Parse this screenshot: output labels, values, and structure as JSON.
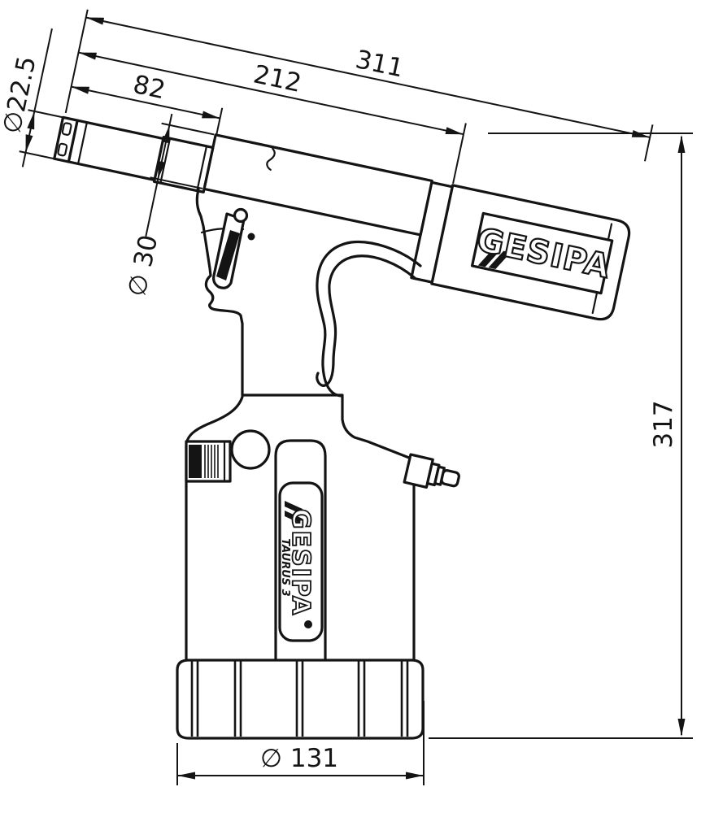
{
  "drawing": {
    "background": "#ffffff",
    "line_color": "#141414",
    "dimensions": {
      "overall_length": "311",
      "head_length": "212",
      "nose_length": "82",
      "nose_diameter": "∅22.5",
      "barrel_diameter": "∅ 30",
      "overall_height": "317",
      "base_diameter": "∅ 131"
    },
    "branding": {
      "body_logo": "GESIPA",
      "handle_logo": "GESIPA",
      "handle_model": "TAURUS 3"
    }
  }
}
